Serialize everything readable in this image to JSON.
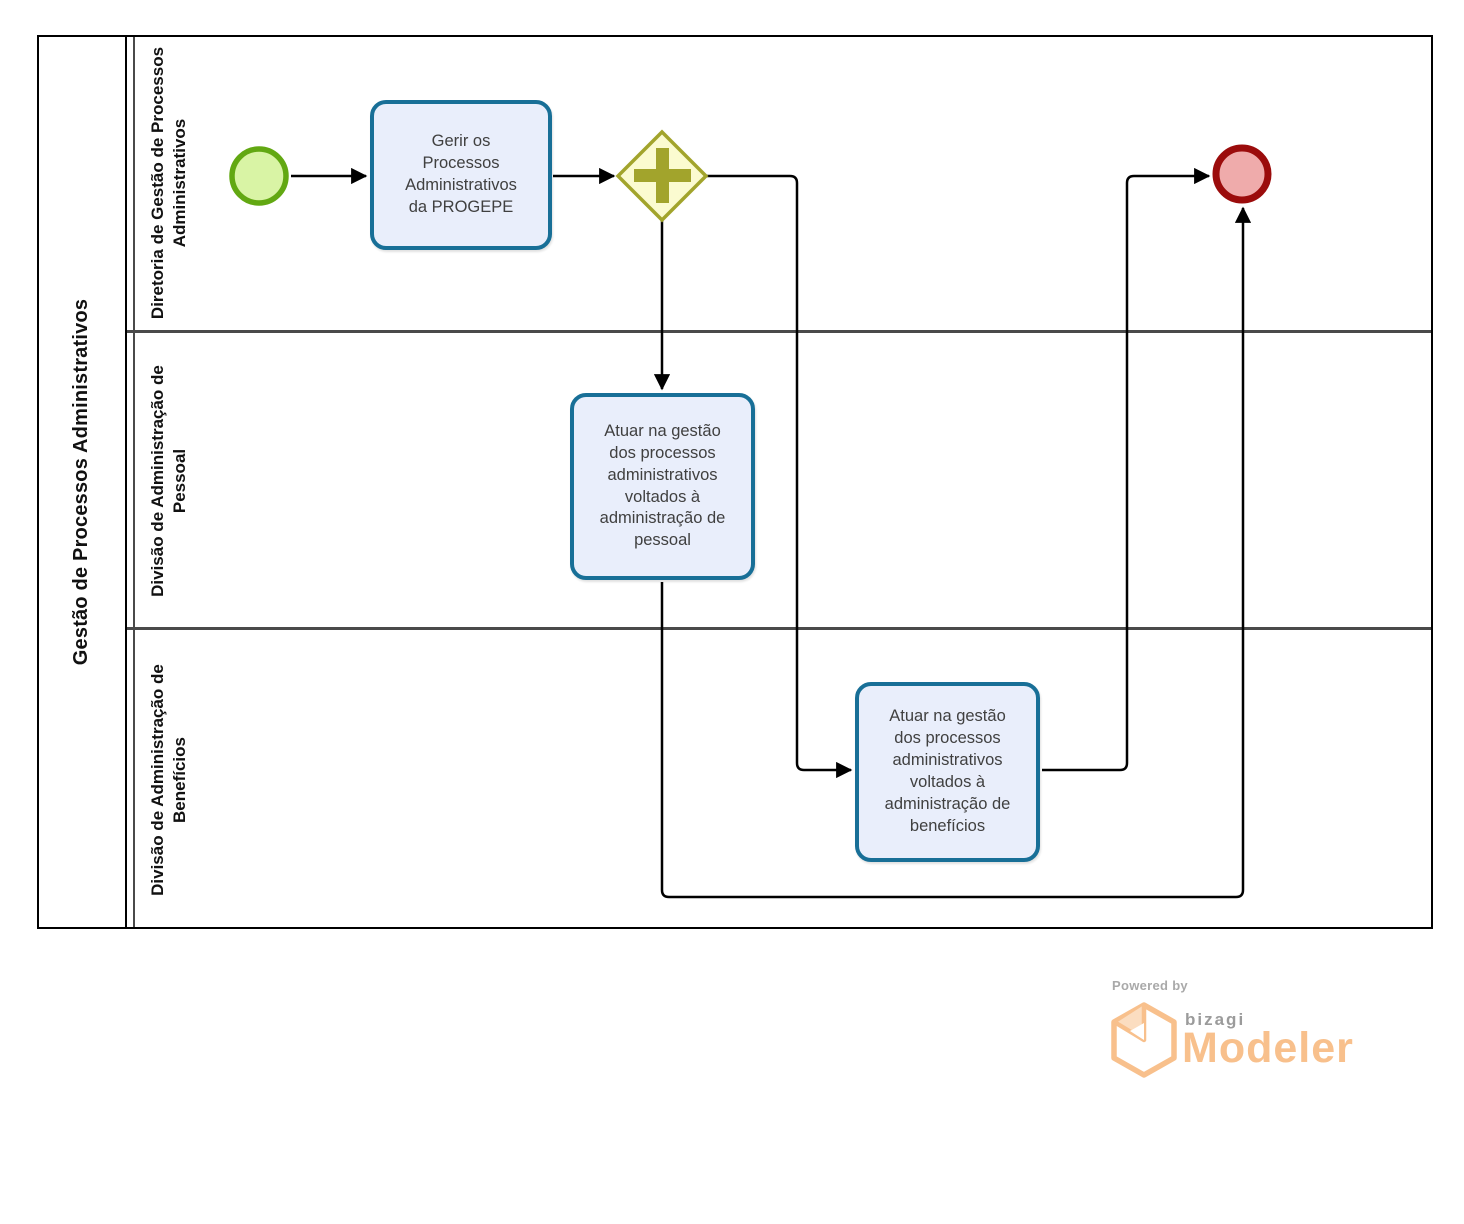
{
  "pool": {
    "title": "Gestão de Processos Administrativos",
    "lanes": [
      {
        "label": "Diretoria de Gestão de Processos Administrativos"
      },
      {
        "label": "Divisão de Administração de Pessoal"
      },
      {
        "label": "Divisão de Administração de Benefícios"
      }
    ]
  },
  "nodes": {
    "start_event": {
      "kind": "start-event"
    },
    "task_gerir": {
      "label": "Gerir os Processos Administrativos da PROGEPE"
    },
    "gateway": {
      "kind": "parallel-gateway"
    },
    "task_pessoal": {
      "label": "Atuar na gestão dos processos administrativos voltados à administração de pessoal"
    },
    "task_beneficios": {
      "label": "Atuar na gestão dos processos administrativos voltados à administração de benefícios"
    },
    "end_event": {
      "kind": "end-event"
    }
  },
  "colors": {
    "task_border": "#186F97",
    "task_fill": "#E9EEFB",
    "gateway_border": "#A2A42C",
    "gateway_fill": "#FBFBD0",
    "start_border": "#62A812",
    "start_fill": "#D9F4A5",
    "end_border": "#9B0C0C",
    "end_fill": "#EFABAB",
    "lane_line": "#4a4a4a",
    "flow_line": "#000000",
    "logo_orange": "#F8C08C",
    "logo_gray": "#9b9b9b"
  },
  "footer": {
    "powered_by": "Powered by",
    "brand": "bizagi",
    "product": "Modeler"
  }
}
